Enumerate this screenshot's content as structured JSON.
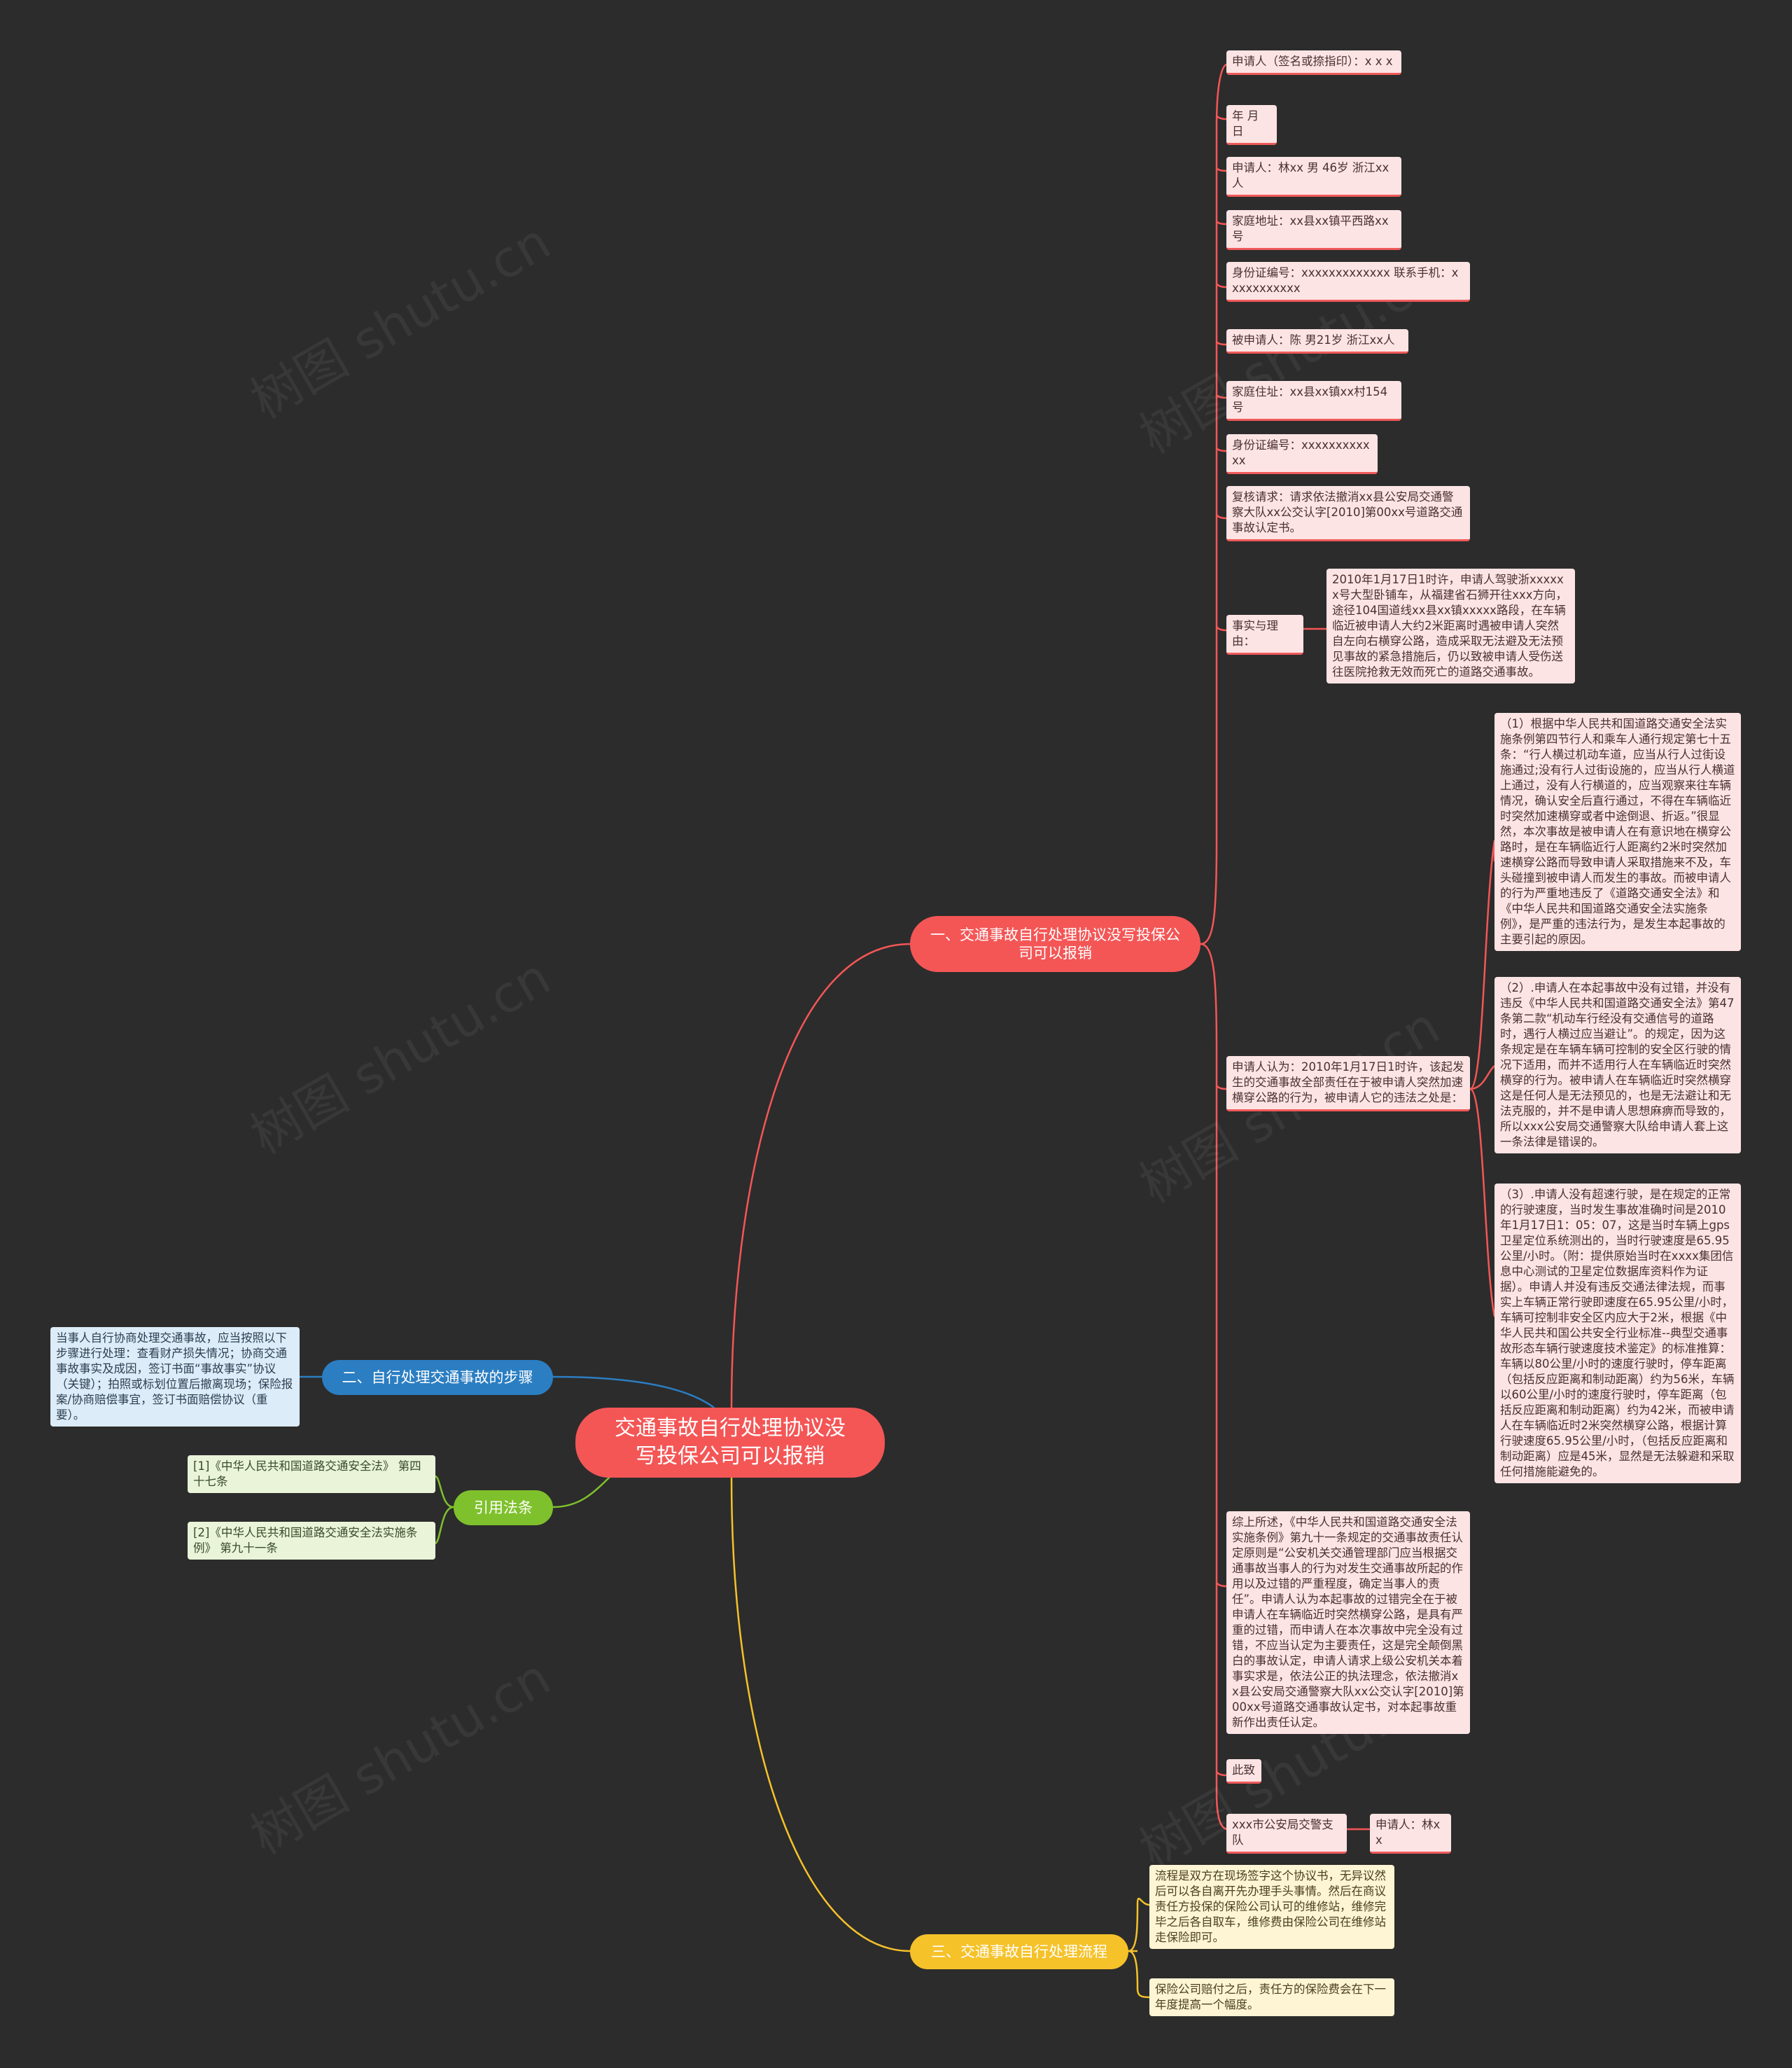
{
  "central": "交通事故自行处理协议没写投保公司可以报销",
  "branches": {
    "b1": "一、交通事故自行处理协议没写投保公司可以报销",
    "b2": "二、自行处理交通事故的步骤",
    "b3": "三、交通事故自行处理流程",
    "b4": "引用法条"
  },
  "colors": {
    "red": "#f45656",
    "blue": "#2b7ec2",
    "yellow": "#f5c22a",
    "green": "#7fc12c",
    "background": "#2c2c2c"
  },
  "b1_items": {
    "applicant_sign": "申请人（签名或捺指印）：x x x",
    "date": "年 月 日",
    "applicant": "申请人：林xx 男 46岁 浙江xx人",
    "address": "家庭地址：xx县xx镇平西路xx号",
    "id_phone": "身份证编号：xxxxxxxxxxxxx 联系手机：xxxxxxxxxxx",
    "respondent": "被申请人：陈 男21岁 浙江xx人",
    "resp_address": "家庭住址：xx县xx镇xx村154号",
    "resp_id": "身份证编号：xxxxxxxxxxxx",
    "review": "复核请求：请求依法撤消xx县公安局交通警察大队xx公交认字[2010]第00xx号道路交通事故认定书。",
    "facts_label": "事实与理由：",
    "facts_text": "2010年1月17日1时许，申请人驾驶浙xxxxxx号大型卧铺车，从福建省石狮开往xxx方向，途径104国道线xx县xx镇xxxxx路段，在车辆临近被申请人大约2米距离时遇被申请人突然自左向右横穿公路，造成采取无法避及无法预见事故的紧急措施后，仍以致被申请人受伤送往医院抢救无效而死亡的道路交通事故。",
    "opinion_label": "申请人认为：2010年1月17日1时许，该起发生的交通事故全部责任在于被申请人突然加速横穿公路的行为，被申请人它的违法之处是：",
    "reason1": "（1）根据中华人民共和国道路交通安全法实施条例第四节行人和乘车人通行规定第七十五条：“行人横过机动车道，应当从行人过街设施通过;没有行人过街设施的，应当从行人横道上通过，没有人行横道的，应当观察来往车辆情况，确认安全后直行通过，不得在车辆临近时突然加速横穿或者中途倒退、折返。”很显然，本次事故是被申请人在有意识地在横穿公路时，是在车辆临近行人距离约2米时突然加速横穿公路而导致申请人采取措施来不及，车头碰撞到被申请人而发生的事故。而被申请人的行为严重地违反了《道路交通安全法》和《中华人民共和国道路交通安全法实施条例》，是严重的违法行为，是发生本起事故的主要引起的原因。",
    "reason2": "（2）.申请人在本起事故中没有过错，并没有违反《中华人民共和国道路交通安全法》第47条第二款“机动车行经没有交通信号的道路时，遇行人横过应当避让”。的规定，因为这条规定是在车辆车辆可控制的安全区行驶的情况下适用，而并不适用行人在车辆临近时突然横穿的行为。被申请人在车辆临近时突然横穿这是任何人是无法预见的，也是无法避让和无法克服的，并不是申请人思想麻痹而导致的，所以xxx公安局交通警察大队给申请人套上这一条法律是错误的。",
    "reason3": "（3）.申请人没有超速行驶，是在规定的正常的行驶速度，当时发生事故准确时间是2010年1月17日1：05：07，这是当时车辆上gps卫星定位系统测出的，当时行驶速度是65.95公里/小时。（附：提供原始当时在xxxx集团信息中心测试的卫星定位数据库资料作为证据）。申请人并没有违反交通法律法规，而事实上车辆正常行驶即速度在65.95公里/小时，车辆可控制非安全区内应大于2米，根据《中华人民共和国公共安全行业标准--典型交通事故形态车辆行驶速度技术鉴定》的标准推算：车辆以80公里/小时的速度行驶时，停车距离（包括反应距离和制动距离）约为56米，车辆以60公里/小时的速度行驶时，停车距离（包括反应距离和制动距离）约为42米，而被申请人在车辆临近时2米突然横穿公路，根据计算行驶速度65.95公里/小时，（包括反应距离和制动距离）应是45米，显然是无法躲避和采取任何措施能避免的。",
    "summary": "综上所述，《中华人民共和国道路交通安全法实施条例》第九十一条规定的交通事故责任认定原则是“公安机关交通管理部门应当根据交通事故当事人的行为对发生交通事故所起的作用以及过错的严重程度，确定当事人的责任”。申请人认为本起事故的过错完全在于被申请人在车辆临近时突然横穿公路，是具有严重的过错，而申请人在本次事故中完全没有过错，不应当认定为主要责任，这是完全颠倒黑白的事故认定，申请人请求上级公安机关本着事实求是，依法公正的执法理念，依法撤消xx县公安局交通警察大队xx公交认字[2010]第00xx号道路交通事故认定书，对本起事故重新作出责任认定。",
    "closing": "此致",
    "authority": "xxx市公安局交警支队",
    "applicant_sig2": "申请人：林xx"
  },
  "b2_text": "当事人自行协商处理交通事故，应当按照以下步骤进行处理：查看财产损失情况；协商交通事故事实及成因，签订书面“事故事实”协议（关键）；拍照或标划位置后撤离现场；保险报案/协商赔偿事宜，签订书面赔偿协议（重要）。",
  "b3_items": {
    "flow": "流程是双方在现场签字这个协议书，无异议然后可以各自离开先办理手头事情。然后在商议责任方投保的保险公司认可的维修站，维修完毕之后各自取车，维修费由保险公司在维修站走保险即可。",
    "premium": "保险公司赔付之后，责任方的保险费会在下一年度提高一个幅度。"
  },
  "b4_items": {
    "law1": "[1]《中华人民共和国道路交通安全法》 第四十七条",
    "law2": "[2]《中华人民共和国道路交通安全法实施条例》 第九十一条"
  },
  "watermark": "树图 shutu.cn"
}
